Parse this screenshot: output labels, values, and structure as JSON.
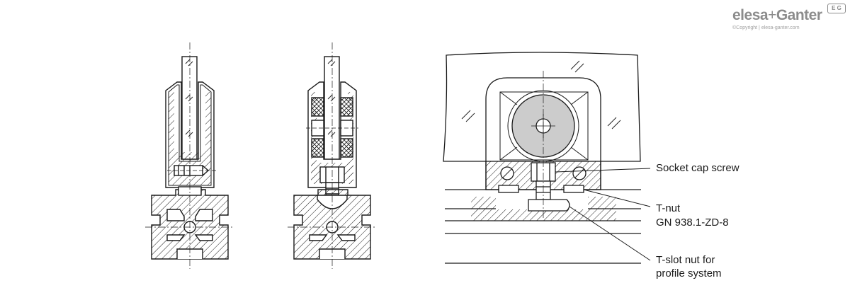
{
  "brand": {
    "name_left": "elesa",
    "name_plus": "+",
    "name_right": "Ganter",
    "copyright": "©Copyright | elesa-ganter.com",
    "badge": "E G"
  },
  "labels": {
    "socket_cap_screw": "Socket cap screw",
    "t_nut_line1": "T-nut",
    "t_nut_line2": "GN 938.1-ZD-8",
    "t_slot_line1": "T-slot nut for",
    "t_slot_line2": "profile system"
  },
  "colors": {
    "line": "#1a1a1a",
    "hatch": "#1a1a1a",
    "gray_fill": "#cccccc",
    "brand": "#8c8c8c"
  }
}
